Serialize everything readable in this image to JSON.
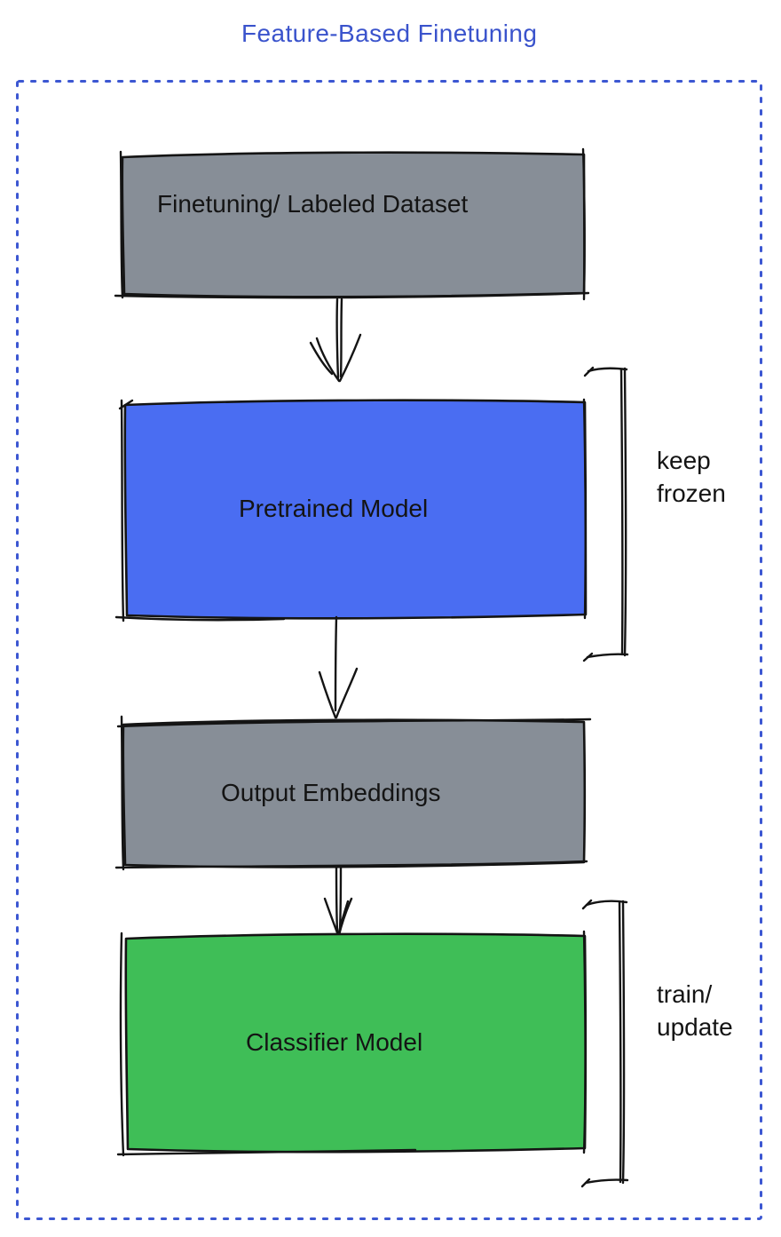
{
  "title": {
    "text": "Feature-Based Finetuning",
    "color": "#3A53CC"
  },
  "frame": {
    "border_color": "#3C57D2"
  },
  "boxes": {
    "dataset": {
      "label": "Finetuning/ Labeled Dataset",
      "color": "#878E97"
    },
    "pretrained": {
      "label": "Pretrained Model",
      "color": "#4A6DF2"
    },
    "embeddings": {
      "label": "Output Embeddings",
      "color": "#878E97"
    },
    "classifier": {
      "label": "Classifier Model",
      "color": "#3FBE57"
    }
  },
  "annotations": {
    "keep_frozen": {
      "text": "keep\nfrozen"
    },
    "train_update": {
      "text": "train/\nupdate"
    }
  },
  "edges": [
    {
      "from": "dataset",
      "to": "pretrained"
    },
    {
      "from": "pretrained",
      "to": "embeddings"
    },
    {
      "from": "embeddings",
      "to": "classifier"
    }
  ],
  "ink_color": "#141414"
}
